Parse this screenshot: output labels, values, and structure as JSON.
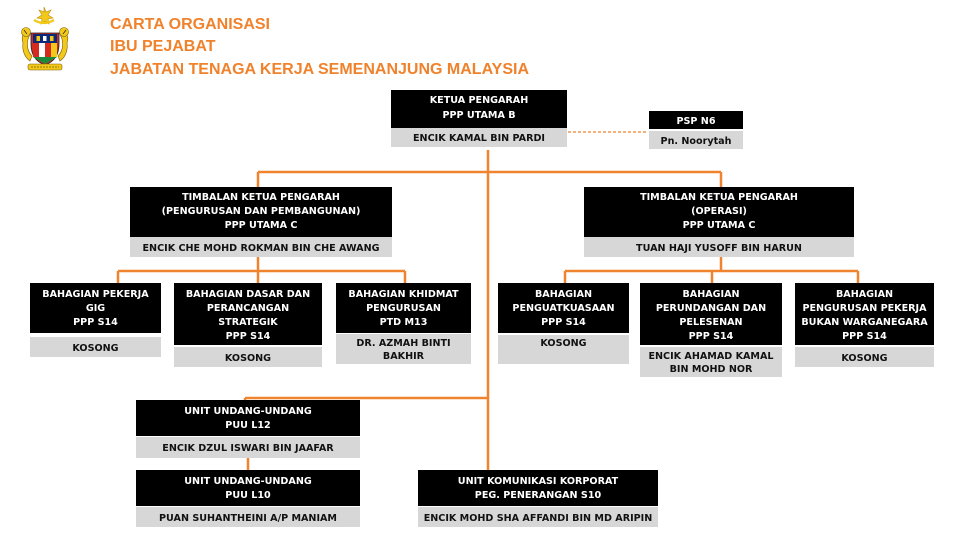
{
  "colors": {
    "accent": "#f0822c",
    "box": "#000000",
    "name_box": "#d7d7d7",
    "line": "#f0832e"
  },
  "header": {
    "logo_icon": "malaysia-coat-of-arms-icon",
    "title_lines": [
      "CARTA ORGANISASI",
      "IBU PEJABAT",
      "JABATAN TENAGA KERJA SEMENANJUNG MALAYSIA"
    ]
  },
  "ketua_pengarah": {
    "lines": [
      "KETUA  PENGARAH",
      "PPP UTAMA  B"
    ],
    "name": [
      "ENCIK  KAMAL BIN PARDI"
    ]
  },
  "psp": {
    "lines": [
      "PSP N6"
    ],
    "name": [
      "Pn. Noorytah"
    ]
  },
  "tkp_pp": {
    "lines": [
      "TIMBALAN  KETUA  PENGARAH",
      "(PENGURUSAN  DAN  PEMBANGUNAN)",
      "PPP UTAMA  C"
    ],
    "name": [
      "ENCIK  CHE  MOHD ROKMAN BIN CHE  AWANG"
    ]
  },
  "tkp_op": {
    "lines": [
      "TIMBALAN  KETUA  PENGARAH",
      "(OPERASI)",
      "PPP UTAMA  C"
    ],
    "name": [
      "TUAN HAJI YUSOFF  BIN  HARUN"
    ]
  },
  "bahagian_pekerja_gig": {
    "lines": [
      "BAHAGIAN PEKERJA",
      "GIG",
      "PPP S14"
    ],
    "name": [
      "KOSONG"
    ]
  },
  "bahagian_dasar": {
    "lines": [
      "BAHAGIAN DASAR DAN",
      "PERANCANGAN",
      "STRATEGIK",
      "PPP S14"
    ],
    "name": [
      "KOSONG"
    ]
  },
  "bahagian_khidmat": {
    "lines": [
      "BAHAGIAN KHIDMAT",
      "PENGURUSAN",
      "PTD M13"
    ],
    "name": [
      "DR. AZMAH BINTI",
      "BAKHIR"
    ]
  },
  "bahagian_penguatkuasaan": {
    "lines": [
      "BAHAGIAN",
      "PENGUATKUASAAN",
      "PPP S14"
    ],
    "name": [
      "KOSONG"
    ]
  },
  "bahagian_perundangan": {
    "lines": [
      "BAHAGIAN",
      "PERUNDANGAN DAN",
      "PELESENAN",
      "PPP S14"
    ],
    "name": [
      "ENCIK  AHAMAD KAMAL",
      "BIN MOHD NOR"
    ]
  },
  "bahagian_pekerja_asing": {
    "lines": [
      "BAHAGIAN",
      "PENGURUSAN PEKERJA",
      "BUKAN WARGANEGARA",
      "PPP S14"
    ],
    "name": [
      "KOSONG"
    ]
  },
  "unit_uu_l12": {
    "lines": [
      "UNIT UNDANG-UNDANG",
      "PUU L12"
    ],
    "name": [
      "ENCIK  DZUL  ISWARI BIN  JAAFAR"
    ]
  },
  "unit_uu_l10": {
    "lines": [
      "UNIT UNDANG-UNDANG",
      "PUU L10"
    ],
    "name": [
      "PUAN  SUHANTHEINI  A/P MANIAM"
    ]
  },
  "unit_komunikasi": {
    "lines": [
      "UNIT KOMUNIKASI KORPORAT",
      "PEG. PENERANGAN S10"
    ],
    "name": [
      "ENCIK  MOHD  SHA AFFANDI BIN MD ARIPIN"
    ]
  }
}
